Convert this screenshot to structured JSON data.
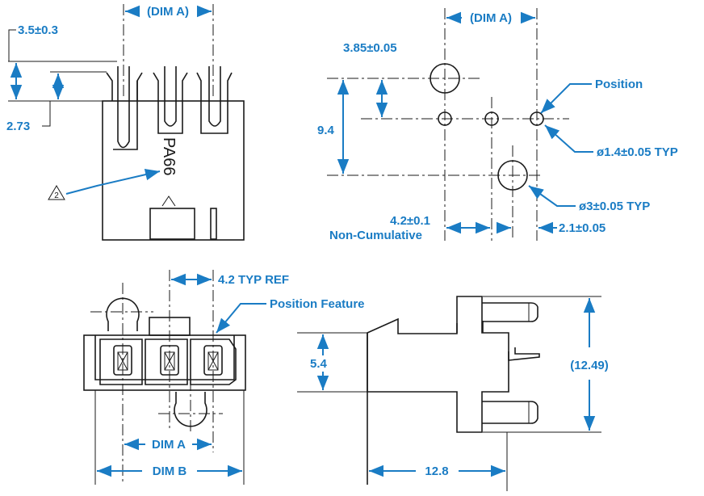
{
  "top_left": {
    "dim_a": "(DIM A)",
    "height_total": "3.5±0.3",
    "height_latch": "2.73",
    "material_mark": "PA66",
    "note_flag": "2"
  },
  "top_right": {
    "dim_a": "(DIM A)",
    "offset": "3.85±0.05",
    "row_spacing": "9.4",
    "position": "Position",
    "small_hole": "ø1.4±0.05 TYP",
    "large_hole": "ø3±0.05 TYP",
    "pitch": "4.2±0.1",
    "pitch_note": "Non-Cumulative",
    "edge_offset": "2.1±0.05"
  },
  "bottom_left": {
    "pitch_ref": "4.2 TYP REF",
    "position_feature": "Position Feature",
    "dim_a": "DIM A",
    "dim_b": "DIM B"
  },
  "bottom_right": {
    "latch_height": "5.4",
    "overall_height": "(12.49)",
    "length": "12.8"
  },
  "colors": {
    "dimension": "#1a7cc4",
    "outline": "#1a1a1a"
  }
}
